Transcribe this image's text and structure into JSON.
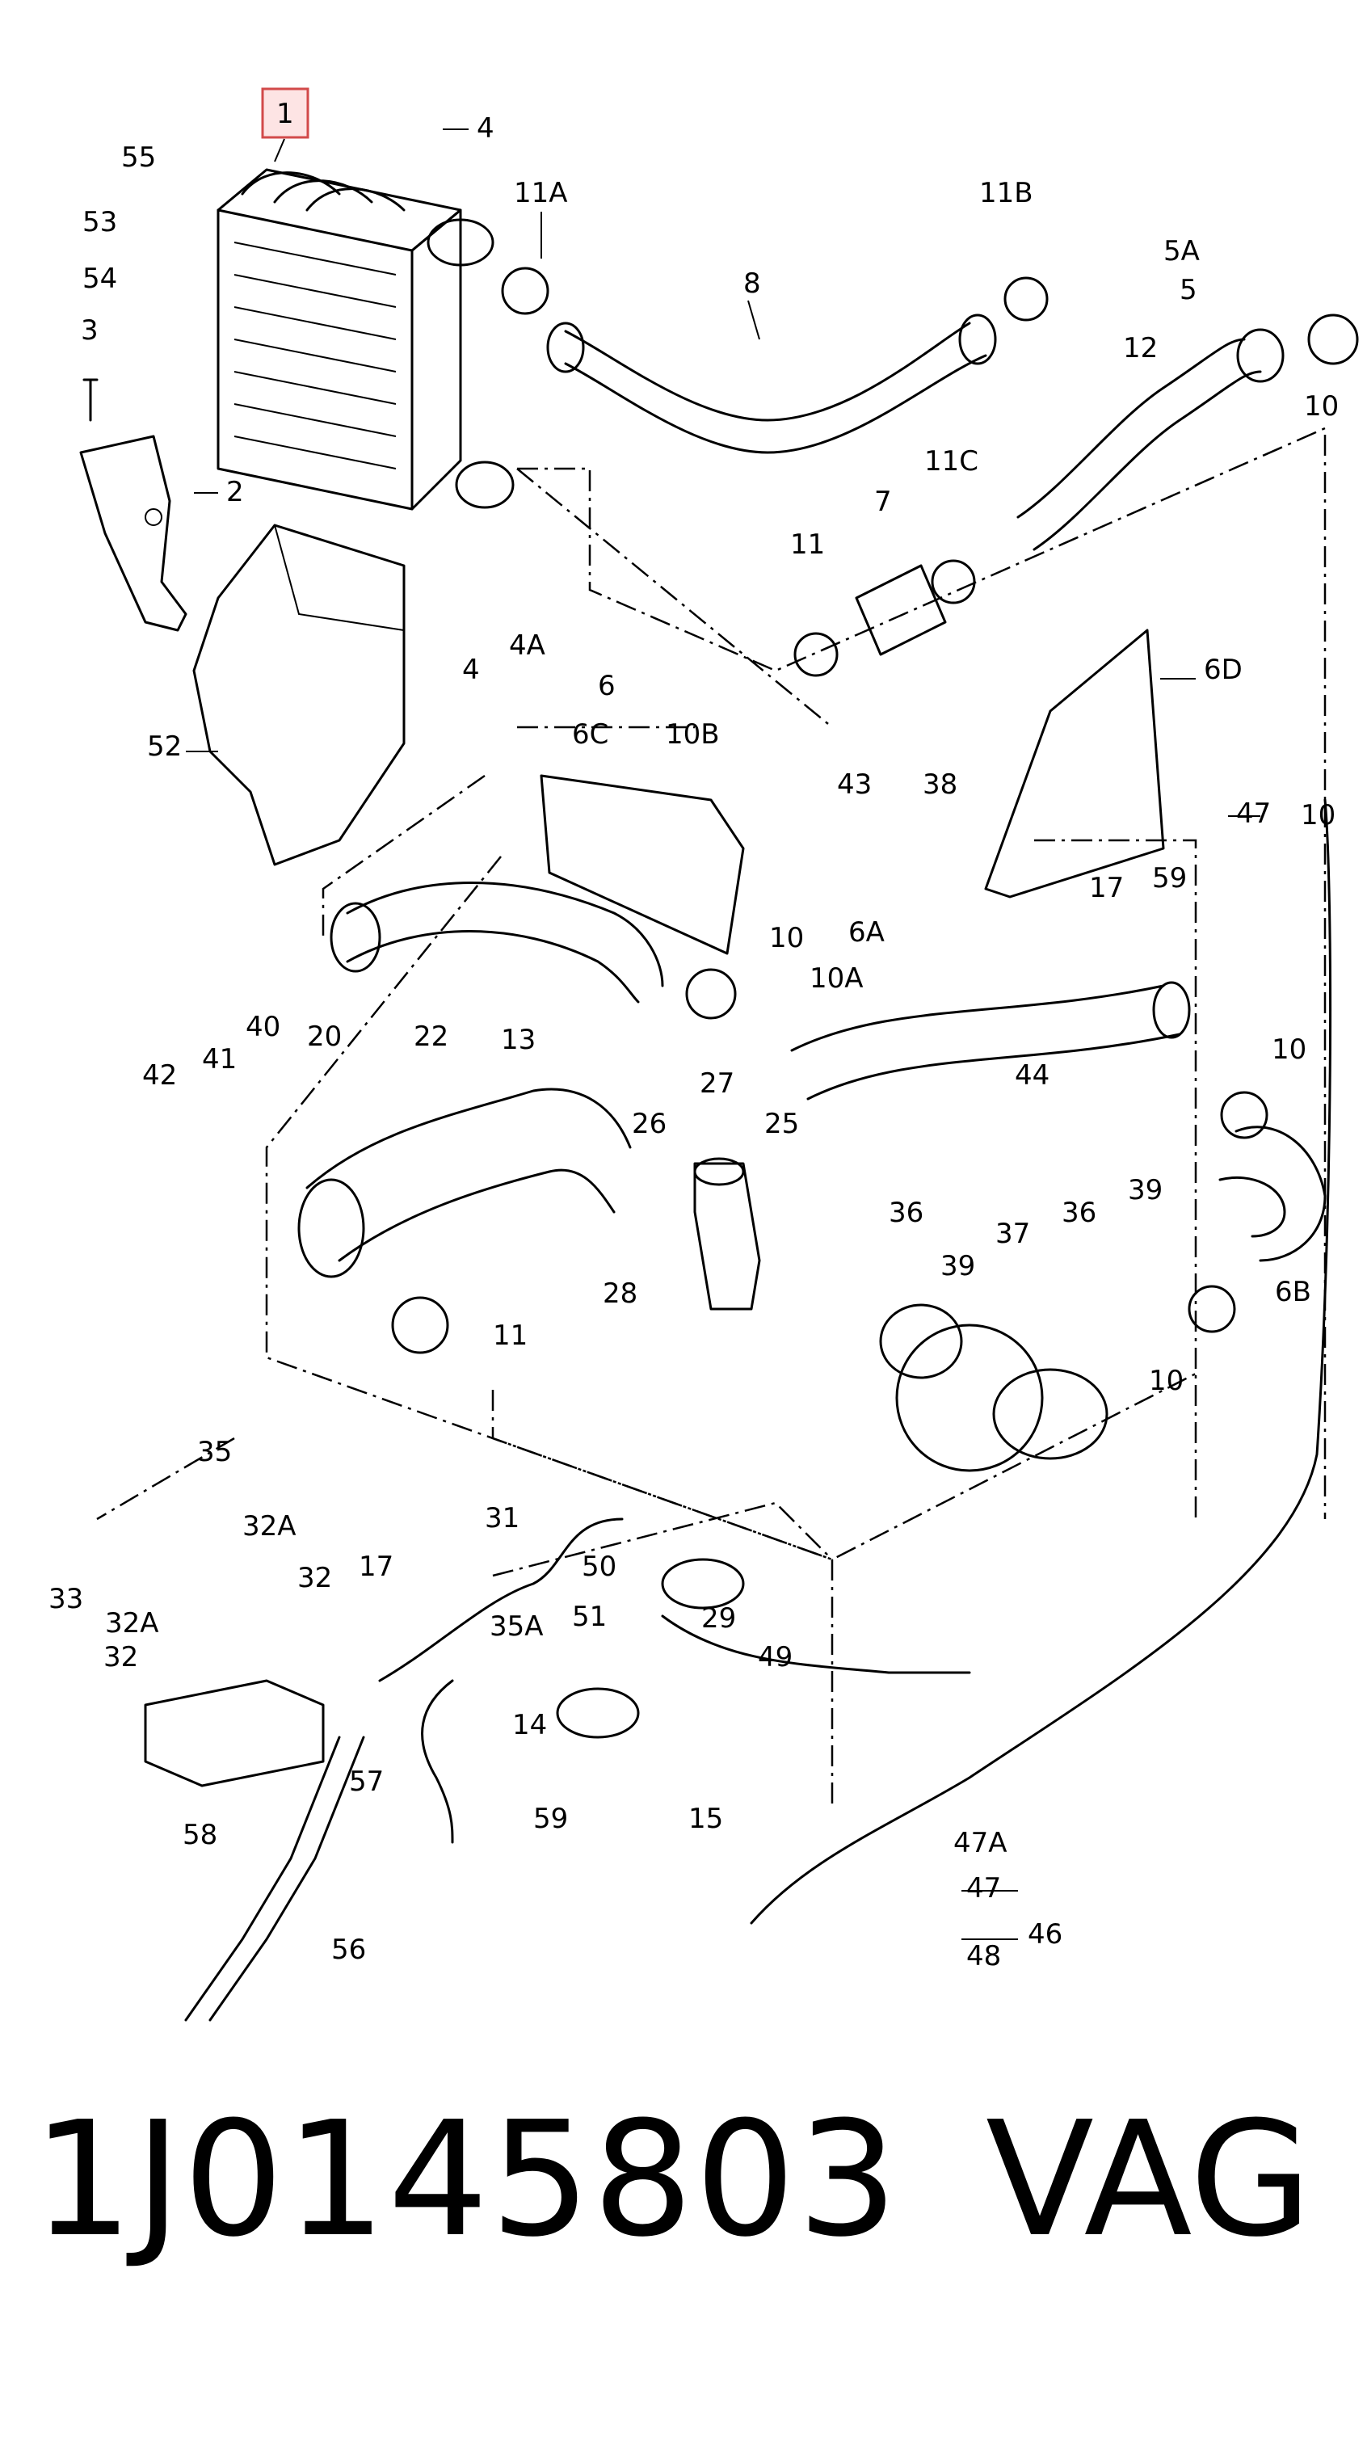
{
  "diagram": {
    "highlighted_callout": "1",
    "callouts": [
      "1",
      "2",
      "3",
      "4",
      "4",
      "4A",
      "5",
      "5A",
      "6",
      "6A",
      "6B",
      "6C",
      "6D",
      "7",
      "8",
      "10",
      "10",
      "10",
      "10",
      "10",
      "10A",
      "10B",
      "11",
      "11",
      "11A",
      "11B",
      "11C",
      "12",
      "13",
      "14",
      "15",
      "17",
      "17",
      "20",
      "22",
      "25",
      "26",
      "27",
      "28",
      "29",
      "31",
      "32",
      "32",
      "32A",
      "32A",
      "33",
      "35",
      "35A",
      "36",
      "36",
      "37",
      "38",
      "39",
      "39",
      "40",
      "41",
      "42",
      "43",
      "44",
      "46",
      "47",
      "47",
      "47A",
      "48",
      "49",
      "50",
      "51",
      "52",
      "53",
      "54",
      "55",
      "56",
      "57",
      "58",
      "59",
      "59"
    ]
  },
  "footer": {
    "part_number": "1J0145803",
    "brand": "VAG"
  }
}
